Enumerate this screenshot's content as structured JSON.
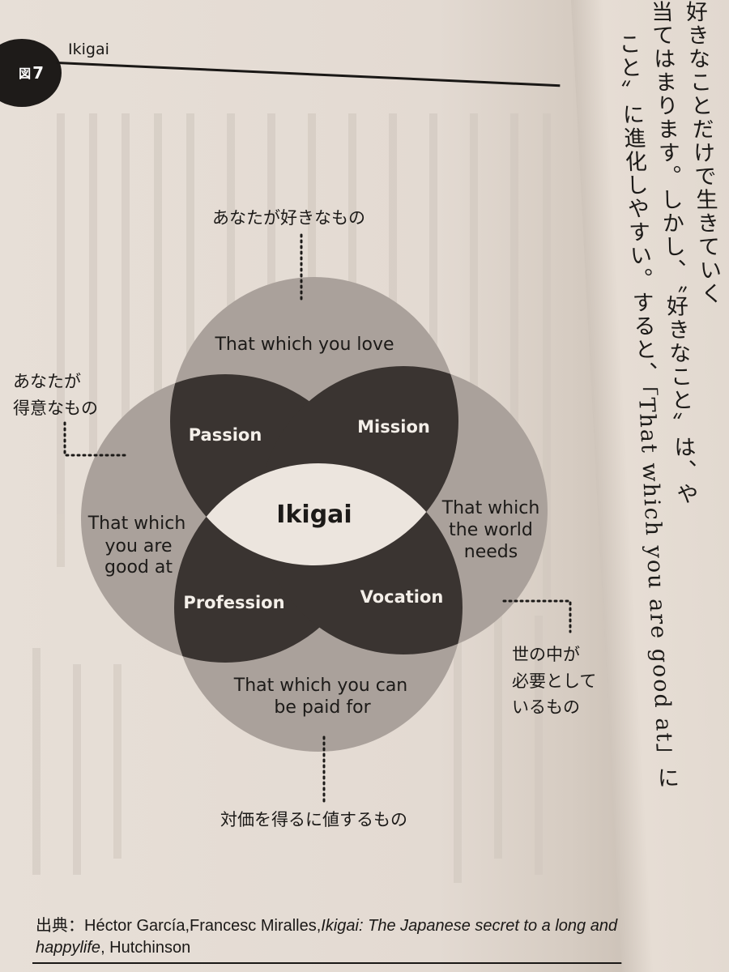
{
  "header": {
    "figure_prefix": "図",
    "figure_number": "7",
    "title": "Ikigai"
  },
  "diagram": {
    "circles": {
      "top": "That which you love",
      "left": [
        "That which",
        "you are",
        "good at"
      ],
      "right": [
        "That which",
        "the world",
        "needs"
      ],
      "bottom": [
        "That which you can",
        "be paid for"
      ]
    },
    "overlaps": {
      "passion": "Passion",
      "mission": "Mission",
      "profession": "Profession",
      "vocation": "Vocation"
    },
    "center": "Ikigai"
  },
  "jp_labels": {
    "love": "あなたが好きなもの",
    "good_at": [
      "あなたが",
      "得意なもの"
    ],
    "world_needs": [
      "世の中が",
      "必要として",
      "いるもの"
    ],
    "paid_for": "対価を得るに値するもの"
  },
  "right_page": {
    "line1": "好きなことだけで生きていく",
    "line2": "当てはまります。しかし、〝好きなこと〟は、や",
    "line3": "こと〟に進化しやすい。すると、「That which you are good at」に"
  },
  "source": {
    "prefix": "出典：Héctor García,Francesc Miralles,",
    "book_title": "Ikigai: The Japanese secret to a long and happylife",
    "publisher": ", Hutchinson"
  },
  "colors": {
    "circle_fill": "#aaa19b",
    "overlap_fill": "#3a3431",
    "center_fill": "#ece5de",
    "ink": "#1c1a18"
  }
}
